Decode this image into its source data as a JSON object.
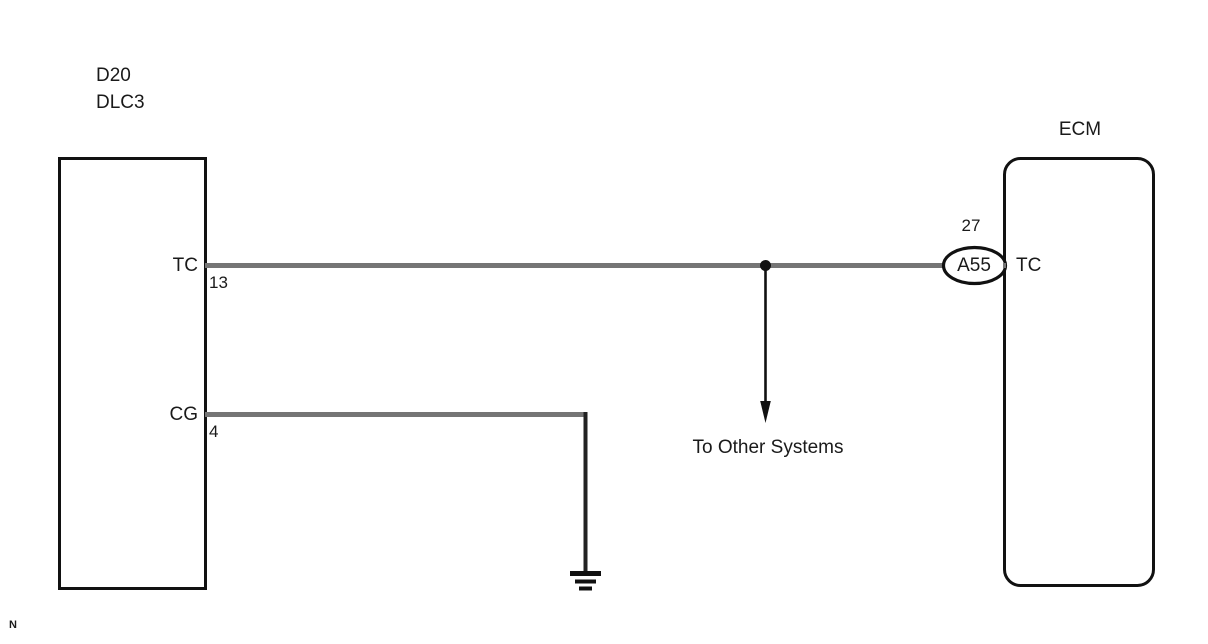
{
  "diagram": {
    "title_mark": "N",
    "colors": {
      "wire": "#757575",
      "outline": "#111111",
      "ground": "#111111",
      "text": "#1a1a1a",
      "background": "#ffffff"
    },
    "components": {
      "dlc": {
        "code_label": "D20",
        "name_label": "DLC3",
        "pins": [
          {
            "name": "TC",
            "number": "13"
          },
          {
            "name": "CG",
            "number": "4"
          }
        ]
      },
      "ecm": {
        "name_label": "ECM",
        "connector_id": "A55",
        "connector_number": "27",
        "pins": [
          {
            "name": "TC"
          }
        ]
      }
    },
    "branch": {
      "label": "To Other Systems"
    },
    "ground": {
      "name": "chassis-ground"
    }
  }
}
